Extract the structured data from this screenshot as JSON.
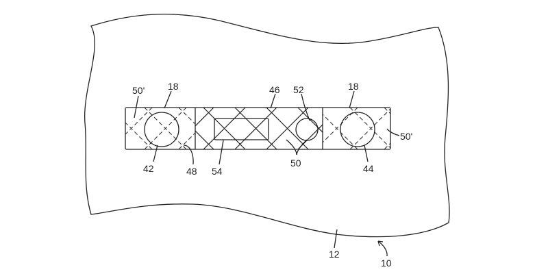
{
  "figure": {
    "labels": {
      "sheet": "12",
      "assembly": "10",
      "end_left": "18",
      "end_right": "18",
      "hatch_left": "50'",
      "hatch_right": "50'",
      "center_section": "46",
      "small_circle": "52",
      "left_circle": "42",
      "right_circle": "44",
      "edge": "48",
      "window": "54",
      "hatch_center": "50"
    }
  }
}
